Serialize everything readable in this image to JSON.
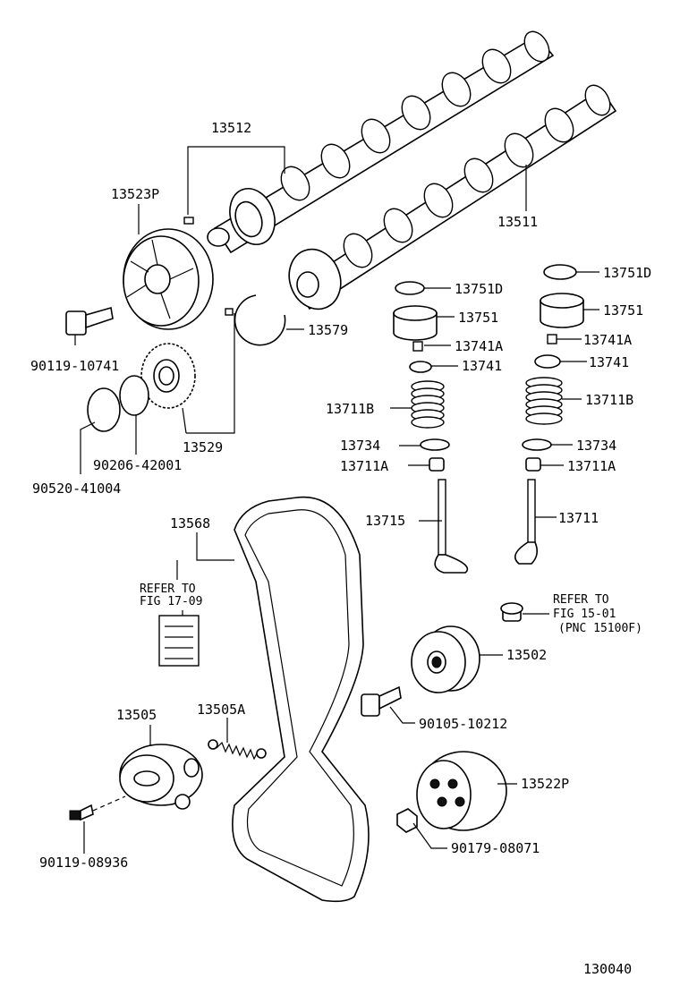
{
  "diagram_id": "130040",
  "refer_notes": {
    "left": {
      "line1": "REFER TO",
      "line2": "FIG 17-09"
    },
    "right": {
      "line1": "REFER TO",
      "line2": "FIG 15-01",
      "line3": "(PNC 15100F)"
    }
  },
  "parts": {
    "p13512": "13512",
    "p13523P": "13523P",
    "p13511": "13511",
    "p90119_10741": "90119-10741",
    "p13579": "13579",
    "p13529": "13529",
    "p90206_42001": "90206-42001",
    "p90520_41004": "90520-41004",
    "p13751D_l": "13751D",
    "p13751_l": "13751",
    "p13741A_l": "13741A",
    "p13741_l": "13741",
    "p13711B_l": "13711B",
    "p13734_l": "13734",
    "p13711A_l": "13711A",
    "p13715": "13715",
    "p13751D_r": "13751D",
    "p13751_r": "13751",
    "p13741A_r": "13741A",
    "p13741_r": "13741",
    "p13711B_r": "13711B",
    "p13734_r": "13734",
    "p13711A_r": "13711A",
    "p13711": "13711",
    "p13568": "13568",
    "p13502": "13502",
    "p90105_10212": "90105-10212",
    "p13505": "13505",
    "p13505A": "13505A",
    "p13522P": "13522P",
    "p90179_08071": "90179-08071",
    "p90119_08936": "90119-08936"
  }
}
